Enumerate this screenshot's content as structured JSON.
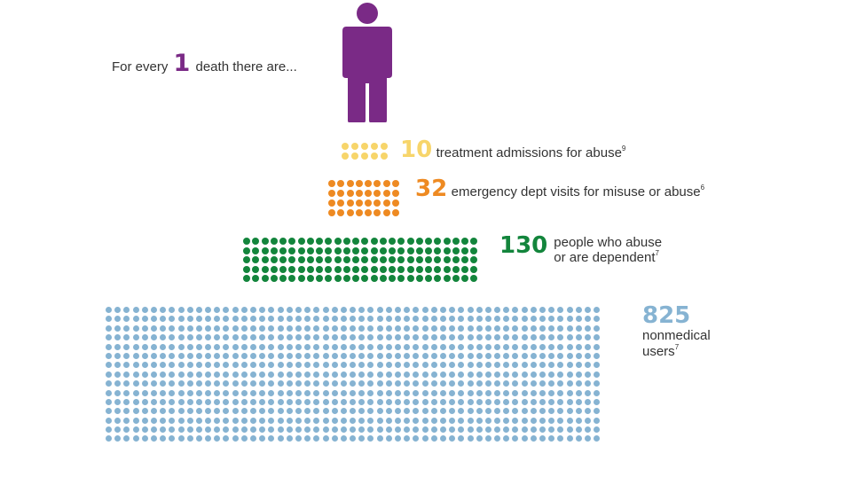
{
  "headline": {
    "prefix": "For every",
    "number": "1",
    "suffix": "death there are..."
  },
  "person_icon": "person-icon",
  "tiers": [
    {
      "count": 10,
      "number_text": "10",
      "line1": "treatment admissions for abuse",
      "line2": "",
      "footnote": "9",
      "color": "#F7D56B"
    },
    {
      "count": 32,
      "number_text": "32",
      "line1": "emergency dept visits for misuse or abuse",
      "line2": "",
      "footnote": "6",
      "color": "#EE8A22"
    },
    {
      "count": 130,
      "number_text": "130",
      "line1": "people who abuse",
      "line2": "or are dependent",
      "footnote": "7",
      "color": "#13853C"
    },
    {
      "count": 825,
      "number_text": "825",
      "line1": "nonmedical",
      "line2": "users",
      "footnote": "7",
      "color": "#86B3D2"
    }
  ],
  "colors": {
    "purple": "#7A2A86",
    "text": "#333333"
  }
}
